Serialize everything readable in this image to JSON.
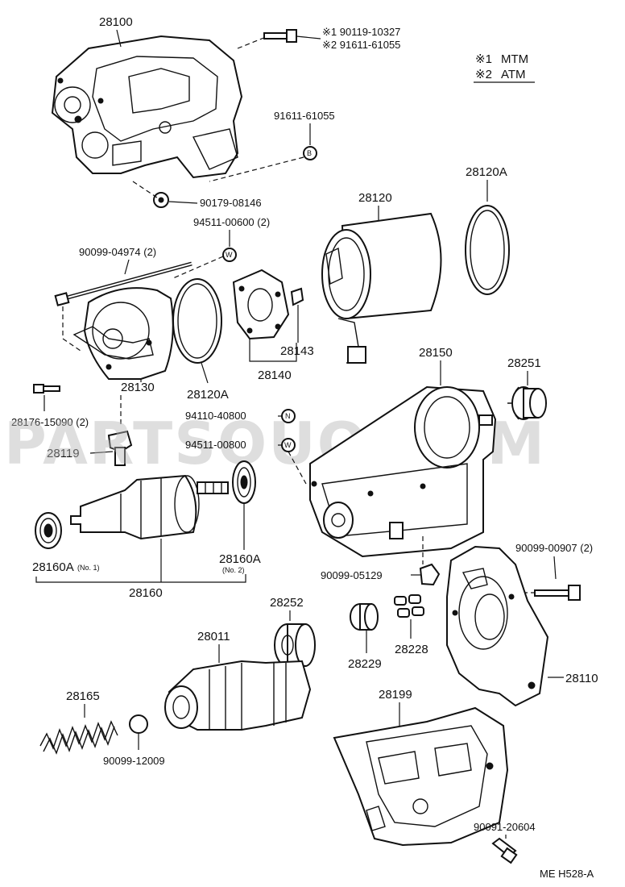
{
  "watermark": "PARTSOUQ.COM",
  "legend": {
    "mark1": "※1",
    "mtm": "MTM",
    "mark2": "※2",
    "atm": "ATM"
  },
  "footer_code": "ME H528-A",
  "parts": {
    "p28100": "28100",
    "p28120": "28120",
    "p28120A_top": "28120A",
    "p28120A_mid": "28120A",
    "p28130": "28130",
    "p28140": "28140",
    "p28143": "28143",
    "p28150": "28150",
    "p28251": "28251",
    "p28119": "28119",
    "p28160A_1": "28160A",
    "p28160A_1_note": "(No. 1)",
    "p28160A_2": "28160A",
    "p28160A_2_note": "(No. 2)",
    "p28160": "28160",
    "p28252": "28252",
    "p28011": "28011",
    "p28229": "28229",
    "p28228": "28228",
    "p28110": "28110",
    "p28165": "28165",
    "p28199": "28199",
    "b90119": "※1 90119-10327",
    "b91611a": "※2 91611-61055",
    "b91611b": "91611-61055",
    "b90179": "90179-08146",
    "b94511a": "94511-00600 (2)",
    "b90099_04974": "90099-04974 (2)",
    "b28176": "28176-15090 (2)",
    "b94110": "94110-40800",
    "b94511b": "94511-00800",
    "b90099_05129": "90099-05129",
    "b90099_00907": "90099-00907 (2)",
    "b90099_12009": "90099-12009",
    "b90091": "90091-20604"
  },
  "markers": {
    "B": "B",
    "W1": "W",
    "N": "N",
    "W2": "W"
  }
}
